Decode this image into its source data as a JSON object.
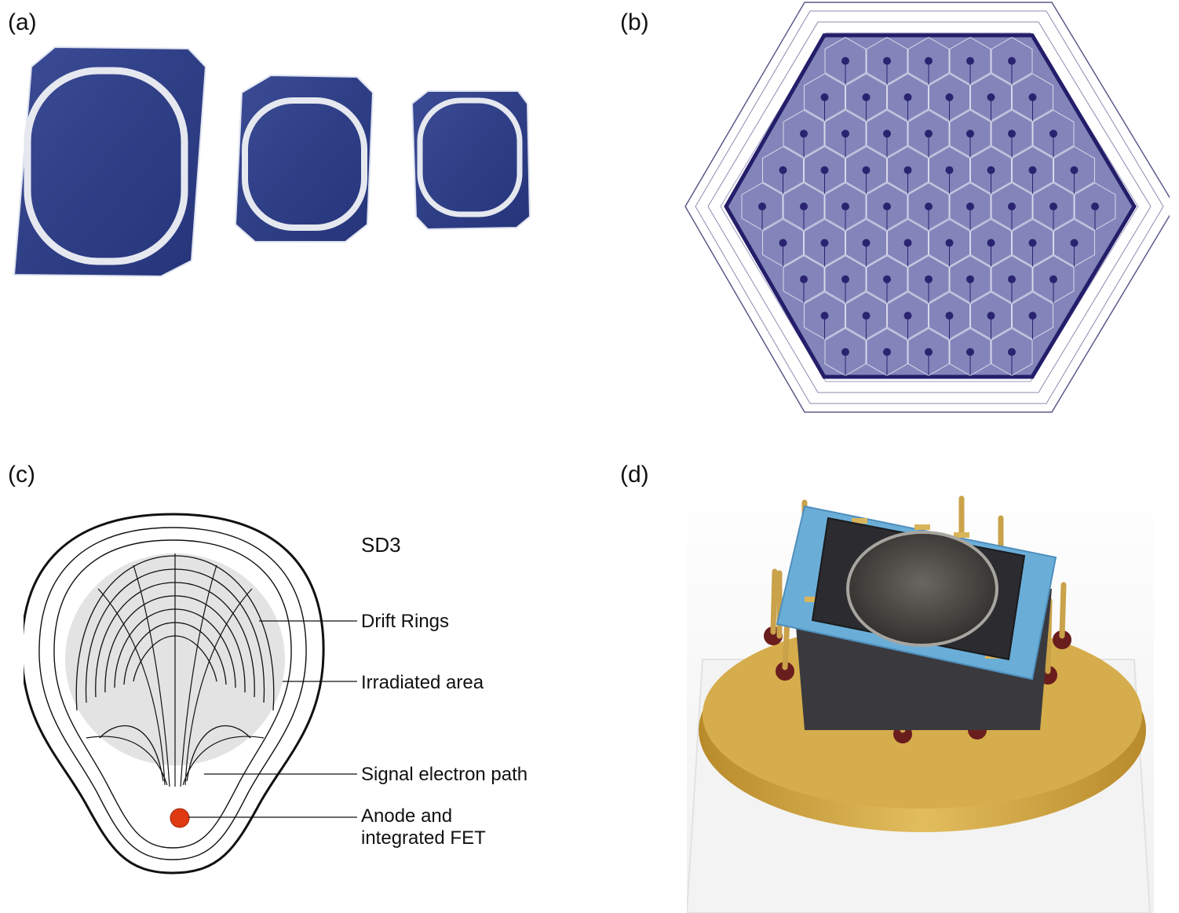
{
  "panels": {
    "a": {
      "label": "(a)"
    },
    "b": {
      "label": "(b)"
    },
    "c": {
      "label": "(c)",
      "title": "SD3",
      "callouts": {
        "drift_rings": "Drift Rings",
        "irradiated_area": "Irradiated area",
        "signal_path": "Signal electron path",
        "anode_line1": "Anode and",
        "anode_line2": "integrated FET"
      }
    },
    "d": {
      "label": "(d)"
    }
  },
  "colors": {
    "wafer_blue": "#2f3f86",
    "hex_purple": "#7f82b8",
    "hex_line": "#2a2470",
    "irradiated_gray": "#e3e3e3",
    "anode_red": "#e03a12",
    "ceramic_blue": "#6aaed8",
    "gold": "#caa043"
  }
}
